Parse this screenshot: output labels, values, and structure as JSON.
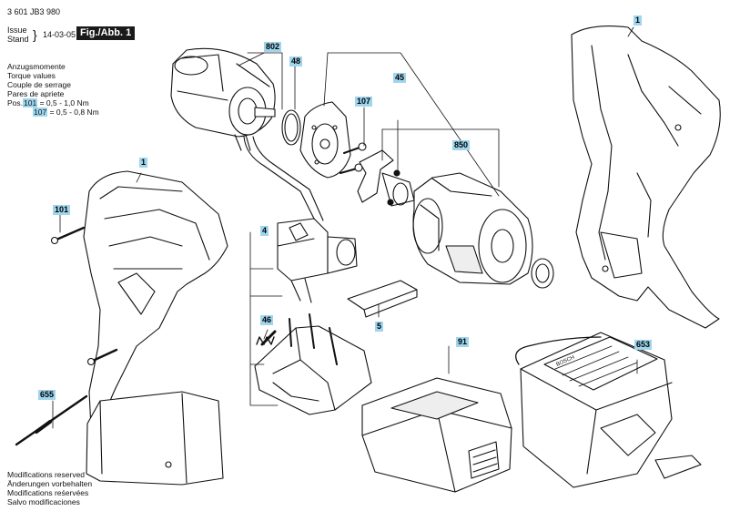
{
  "header": {
    "doc_number": "3 601 JB3 980",
    "issue_label_en": "Issue",
    "issue_label_de": "Stand",
    "issue_date": "14-03-05",
    "figure_label": "Fig./Abb. 1"
  },
  "torque": {
    "lines": [
      "Anzugsmomente",
      "Torque values",
      "Couple de serrage",
      "Pares de apriete"
    ],
    "prefix": "Pos.",
    "values": [
      {
        "pos": "101",
        "value": "= 0,5 - 1,0 Nm"
      },
      {
        "pos": "107",
        "value": "= 0,5 - 0,8 Nm"
      }
    ]
  },
  "footer": {
    "lines": [
      "Modifications reserved",
      "Änderungen vorbehalten",
      "Modifications reśervées",
      "Salvo modificaciones"
    ]
  },
  "parts": {
    "p1_left": "1",
    "p1_right": "1",
    "p4": "4",
    "p5": "5",
    "p45": "45",
    "p46": "46",
    "p48": "48",
    "p91": "91",
    "p101": "101",
    "p107": "107",
    "p653": "653",
    "p655": "655",
    "p802": "802",
    "p850": "850"
  },
  "labels": {
    "charger_brand": "BOSCH"
  },
  "colors": {
    "tag_highlight": "#9fd6ee",
    "line": "#111111"
  }
}
